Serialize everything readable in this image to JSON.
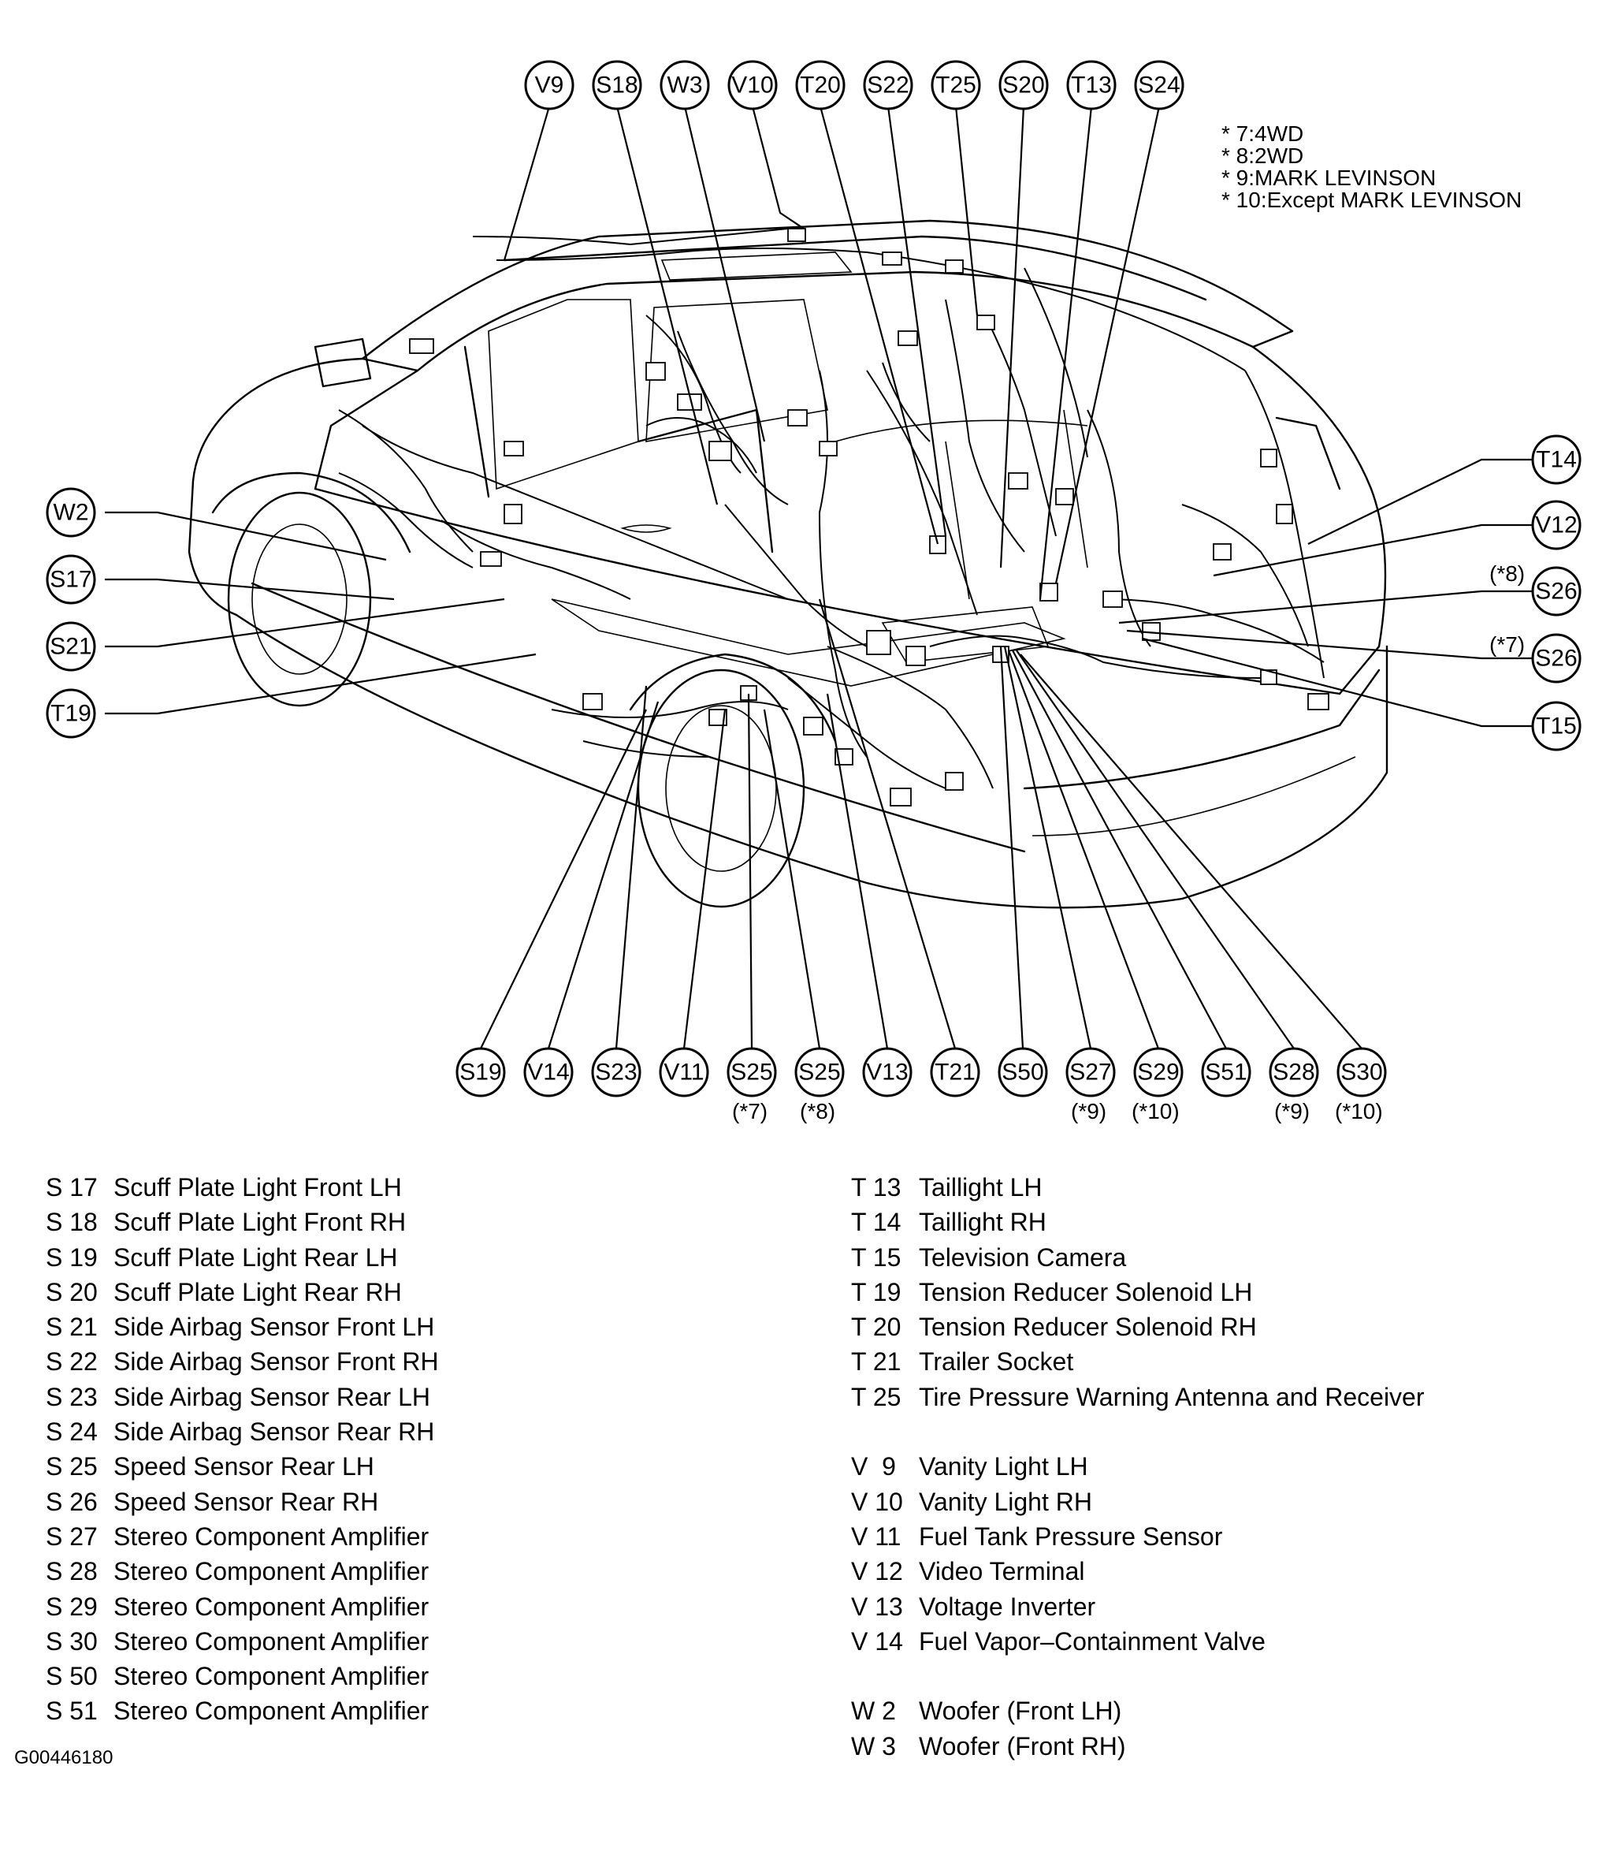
{
  "notes": [
    "* 7:4WD",
    "* 8:2WD",
    "* 9:MARK LEVINSON",
    "* 10:Except MARK LEVINSON"
  ],
  "callouts": {
    "V9": "V9",
    "S18": "S18",
    "W3": "W3",
    "V10": "V10",
    "T20": "T20",
    "S22": "S22",
    "T25": "T25",
    "S20": "S20",
    "T13": "T13",
    "S24": "S24",
    "T14": "T14",
    "V12": "V12",
    "S26a": "S26",
    "S26b": "S26",
    "T15": "T15",
    "W2": "W2",
    "S17": "S17",
    "S21": "S21",
    "T19": "T19",
    "S19": "S19",
    "V14": "V14",
    "S23": "S23",
    "V11": "V11",
    "S25a": "S25",
    "S25b": "S25",
    "V13": "V13",
    "T21": "T21",
    "S50": "S50",
    "S27": "S27",
    "S29": "S29",
    "S51": "S51",
    "S28": "S28",
    "S30": "S30"
  },
  "subnotes": {
    "s26a": "(*8)",
    "s26b": "(*7)",
    "s25a": "(*7)",
    "s25b": "(*8)",
    "s27": "(*9)",
    "s29": "(*10)",
    "s28": "(*9)",
    "s30": "(*10)"
  },
  "legend_left": [
    {
      "code": "S 17",
      "name": "Scuff Plate Light Front LH"
    },
    {
      "code": "S 18",
      "name": "Scuff Plate Light Front RH"
    },
    {
      "code": "S 19",
      "name": "Scuff Plate Light Rear LH"
    },
    {
      "code": "S 20",
      "name": "Scuff Plate Light Rear RH"
    },
    {
      "code": "S 21",
      "name": "Side Airbag Sensor Front LH"
    },
    {
      "code": "S 22",
      "name": "Side Airbag Sensor Front RH"
    },
    {
      "code": "S 23",
      "name": "Side Airbag Sensor Rear LH"
    },
    {
      "code": "S 24",
      "name": "Side Airbag Sensor Rear RH"
    },
    {
      "code": "S 25",
      "name": "Speed Sensor Rear LH"
    },
    {
      "code": "S 26",
      "name": "Speed Sensor Rear RH"
    },
    {
      "code": "S 27",
      "name": "Stereo Component Amplifier"
    },
    {
      "code": "S 28",
      "name": "Stereo Component Amplifier"
    },
    {
      "code": "S 29",
      "name": "Stereo Component Amplifier"
    },
    {
      "code": "S 30",
      "name": "Stereo Component Amplifier"
    },
    {
      "code": "S 50",
      "name": "Stereo Component Amplifier"
    },
    {
      "code": "S 51",
      "name": "Stereo Component Amplifier"
    }
  ],
  "legend_right": {
    "t": [
      {
        "code": "T 13",
        "name": "Taillight LH"
      },
      {
        "code": "T 14",
        "name": "Taillight RH"
      },
      {
        "code": "T 15",
        "name": "Television Camera"
      },
      {
        "code": "T 19",
        "name": "Tension Reducer Solenoid LH"
      },
      {
        "code": "T 20",
        "name": "Tension Reducer Solenoid RH"
      },
      {
        "code": "T 21",
        "name": "Trailer Socket"
      },
      {
        "code": "T 25",
        "name": "Tire Pressure Warning Antenna and Receiver"
      }
    ],
    "v": [
      {
        "code": "V  9",
        "name": "Vanity Light LH"
      },
      {
        "code": "V 10",
        "name": "Vanity Light RH"
      },
      {
        "code": "V 11",
        "name": "Fuel Tank Pressure Sensor"
      },
      {
        "code": "V 12",
        "name": "Video Terminal"
      },
      {
        "code": "V 13",
        "name": "Voltage Inverter"
      },
      {
        "code": "V 14",
        "name": "Fuel Vapor–Containment Valve"
      }
    ],
    "w": [
      {
        "code": "W 2",
        "name": "Woofer (Front LH)"
      },
      {
        "code": "W 3",
        "name": "Woofer (Front RH)"
      }
    ]
  },
  "footer_id": "G00446180"
}
